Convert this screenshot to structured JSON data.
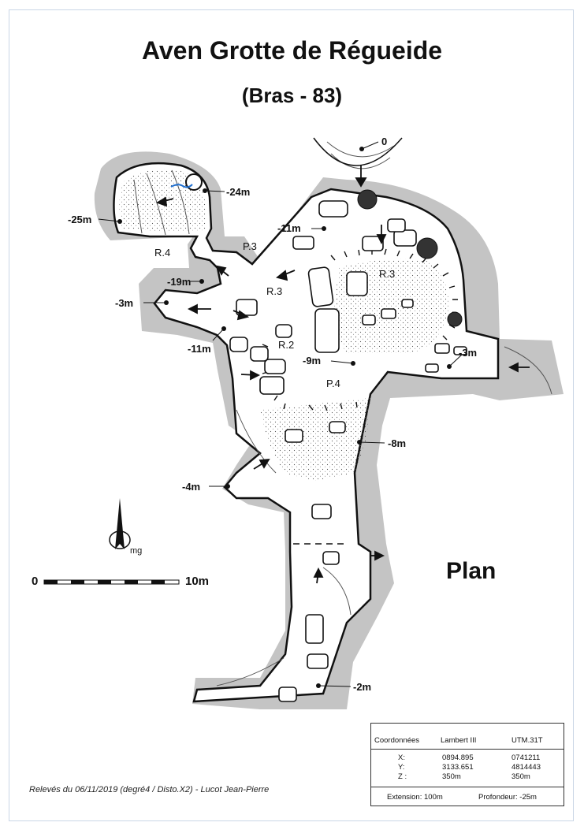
{
  "title": "Aven Grotte de Régueide",
  "subtitle": "(Bras - 83)",
  "plan_label": "Plan",
  "scale": {
    "start": "0",
    "end": "10m"
  },
  "north": {
    "label": "mg"
  },
  "survey_credit": "Relevés du 06/11/2019 (degré4 / Disto.X2) - Lucot Jean-Pierre",
  "depth_labels": {
    "entrance": "0",
    "d24": "-24m",
    "d25": "-25m",
    "d11a": "-11m",
    "d19": "-19m",
    "d3a": "-3m",
    "d11b": "-11m",
    "d9": "-9m",
    "d3b": "-3m",
    "d8": "-8m",
    "d4": "-4m",
    "d2": "-2m"
  },
  "feature_labels": {
    "r4": "R.4",
    "p3": "P.3",
    "r3a": "R.3",
    "r3b": "R.3",
    "r2": "R.2",
    "p4": "P.4"
  },
  "coordinates": {
    "header": [
      "Coordonnées",
      "Lambert III",
      "UTM.31T"
    ],
    "axes": [
      "X:",
      "Y:",
      "Z :"
    ],
    "lambert": [
      "0894.895",
      "3133.651",
      "350m"
    ],
    "utm": [
      "0741211",
      "4814443",
      "350m"
    ],
    "extension": "Extension:   100m",
    "profondeur": "Profondeur: -25m"
  },
  "colors": {
    "rock": "#c4c4c4",
    "line": "#111111",
    "water": "#1f6fd0",
    "floor": "#ffffff"
  }
}
